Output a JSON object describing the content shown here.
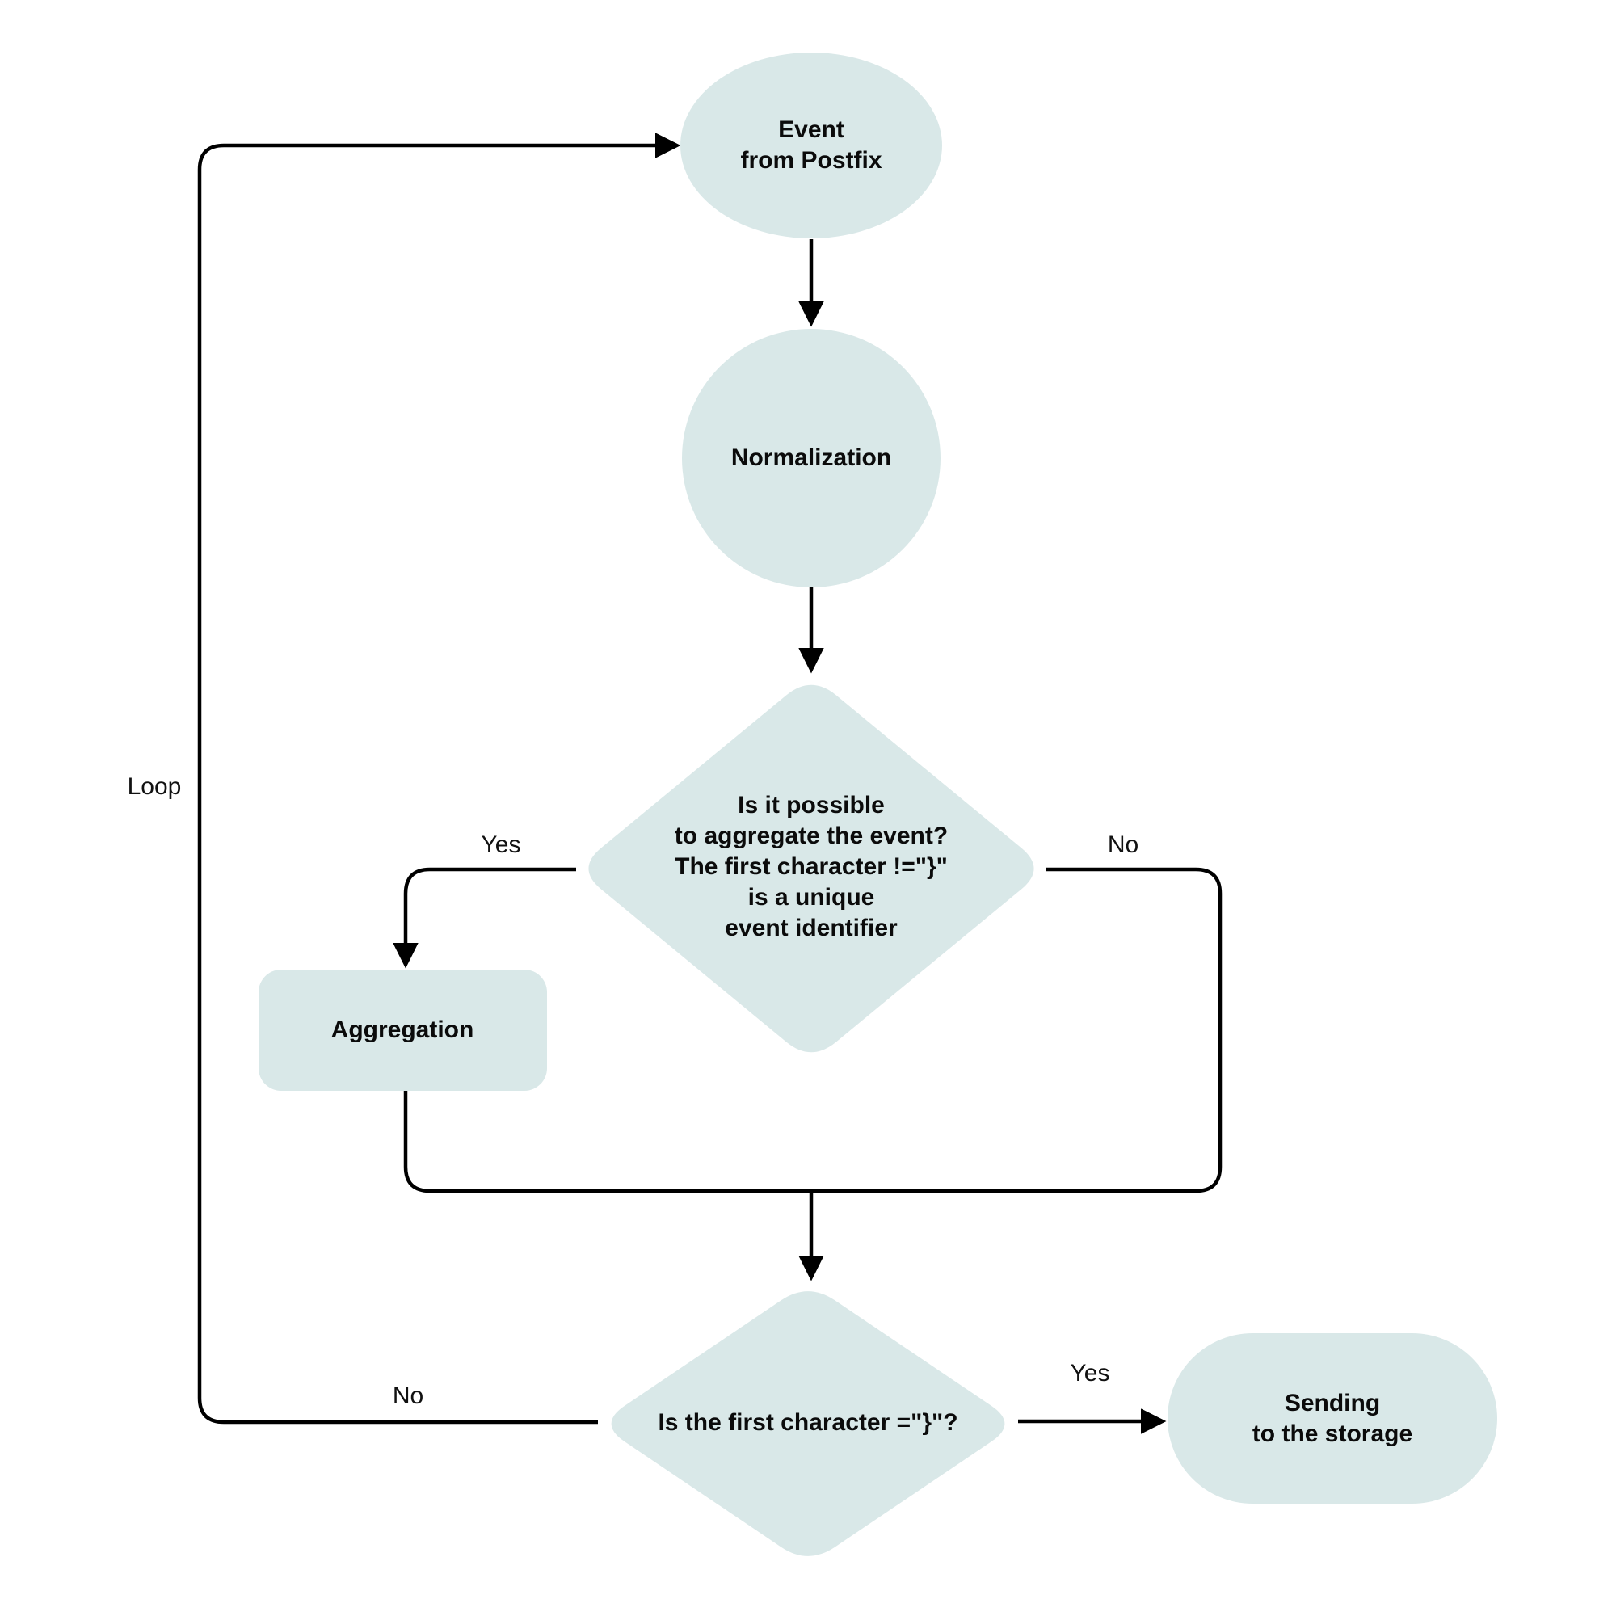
{
  "diagram": {
    "type": "flowchart",
    "colors": {
      "node_fill": "#d9e8e8",
      "line": "#000000",
      "text": "#0b0b0b"
    },
    "nodes": {
      "start": {
        "shape": "ellipse",
        "label": "Event\nfrom Postfix"
      },
      "normalization": {
        "shape": "circle",
        "label": "Normalization"
      },
      "aggregate_decision": {
        "shape": "diamond",
        "label": "Is it possible\nto aggregate the event?\nThe first character !=\"}\"\nis a unique\nevent identifier"
      },
      "aggregation": {
        "shape": "rounded-rectangle",
        "label": "Aggregation"
      },
      "first_char_decision": {
        "shape": "diamond",
        "label": "Is the first character =\"}\"?"
      },
      "storage": {
        "shape": "stadium",
        "label": "Sending\nto the storage"
      }
    },
    "edge_labels": {
      "loop": "Loop",
      "aggregate_yes": "Yes",
      "aggregate_no": "No",
      "first_char_no": "No",
      "first_char_yes": "Yes"
    }
  }
}
